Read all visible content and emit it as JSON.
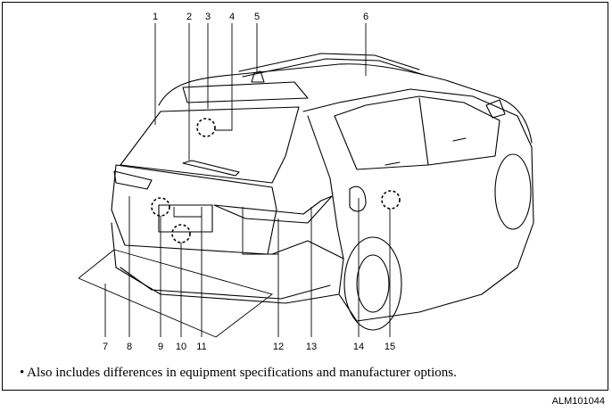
{
  "callouts": [
    "1",
    "2",
    "3",
    "4",
    "5",
    "6",
    "7",
    "8",
    "9",
    "10",
    "11",
    "12",
    "13",
    "14",
    "15"
  ],
  "note": "• Also includes differences in equipment specifications and manufacturer options.",
  "figure_code": "ALM101044"
}
